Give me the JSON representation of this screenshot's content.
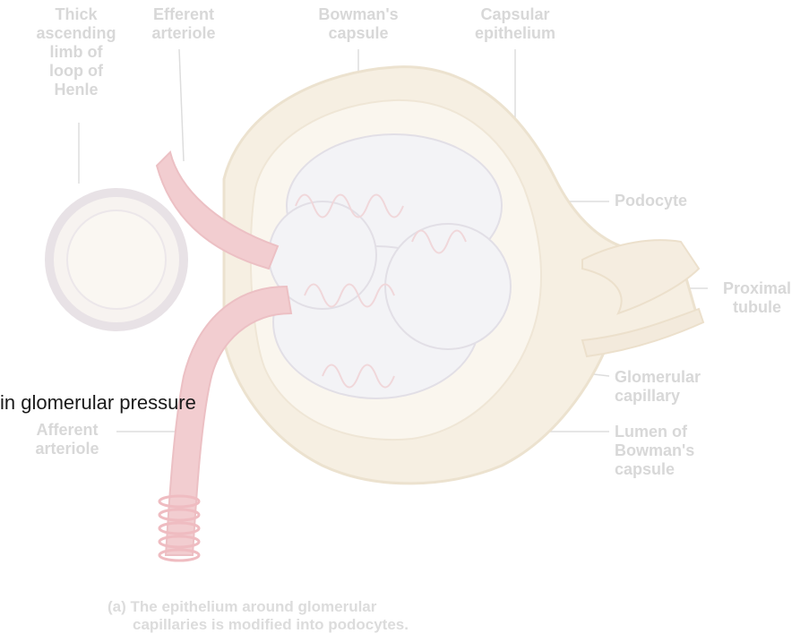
{
  "slide_text": "in glomerular pressure",
  "labels": {
    "thick_ascending": "Thick\nascending\nlimb of\nloop of\nHenle",
    "efferent": "Efferent\narteriole",
    "bowmans_capsule": "Bowman's\ncapsule",
    "capsular_epithelium": "Capsular\nepithelium",
    "podocyte": "Podocyte",
    "proximal_tubule": "Proximal\ntubule",
    "glomerular_capillary": "Glomerular\ncapillary",
    "lumen": "Lumen of\nBowman's\ncapsule",
    "afferent": "Afferent\narteriole"
  },
  "caption": {
    "part": "(a)",
    "line1": "The epithelium around glomerular",
    "line2": "capillaries is modified into podocytes."
  },
  "colors": {
    "label_gray": "#d8d8d8",
    "capsule_fill": "#f6efe2",
    "vessel_pink": "#f2cdd0",
    "leader_line": "#dddddd"
  }
}
